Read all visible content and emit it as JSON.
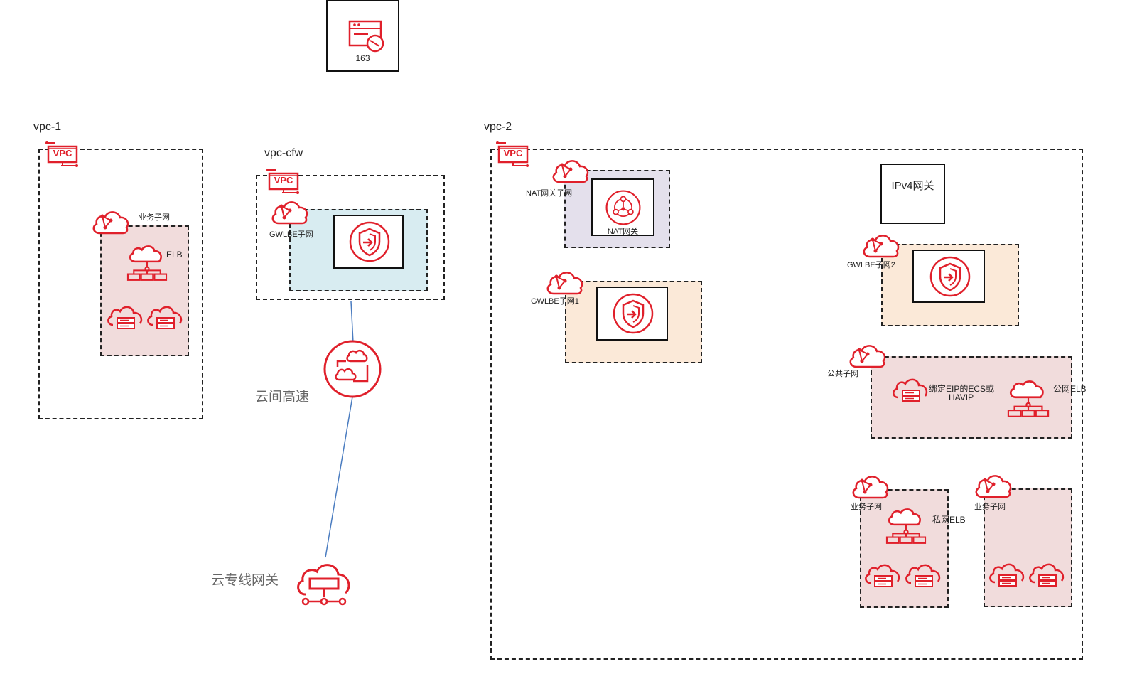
{
  "top_node": {
    "label": "163"
  },
  "vpc1": {
    "title": "vpc-1",
    "badge": "VPC",
    "biz_subnet": "业务子网",
    "elb": "ELB"
  },
  "vpccfw": {
    "title": "vpc-cfw",
    "badge": "VPC",
    "gwlbe_subnet": "GWLBE子网"
  },
  "cloud_conn": {
    "label": "云间高速"
  },
  "dc_gateway": {
    "label": "云专线网关"
  },
  "vpc2": {
    "title": "vpc-2",
    "badge": "VPC",
    "nat_subnet": "NAT网关子网",
    "nat_gateway": "NAT网关",
    "gwlbe_subnet1": "GWLBE子网1",
    "gwlbe_subnet2": "GWLBE子网2",
    "ipv4_gateway": "IPv4网关",
    "public_subnet": "公共子网",
    "ecs_eip_line1": "绑定EIP的ECS或",
    "ecs_eip_line2": "HAVIP",
    "public_elb": "公网ELB",
    "biz_subnet_a": "业务子网",
    "biz_subnet_b": "业务子网",
    "private_elb": "私网ELB"
  },
  "colors": {
    "accent": "#e0202b",
    "subnet_pink": "#f1dcdc",
    "subnet_blue": "#d8ecf1",
    "subnet_orange": "#fbe9d8",
    "subnet_purple": "#e4e0ec",
    "link": "#4a7cc0"
  }
}
